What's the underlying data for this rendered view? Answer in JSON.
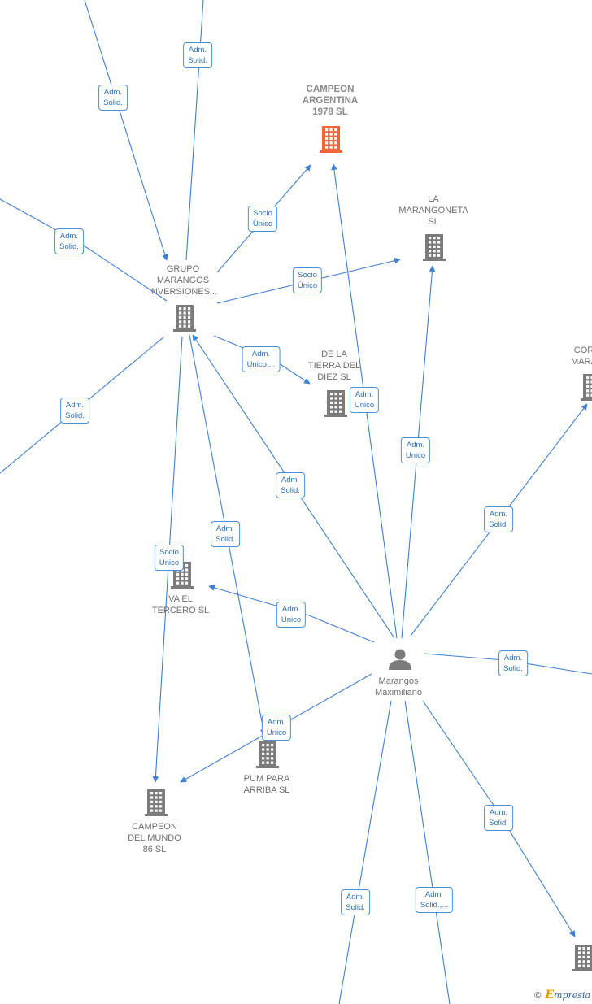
{
  "colors": {
    "edge": "#3f7fd1",
    "company": "#7b7b7b",
    "focus_company": "#f0663a",
    "person": "#7b7b7b"
  },
  "nodes": {
    "campeon_argentina": {
      "label": [
        "CAMPEON",
        "ARGENTINA",
        "1978  SL"
      ],
      "icon": "building-icon"
    },
    "la_marangoneta": {
      "label": [
        "LA",
        "MARANGONETA",
        "SL"
      ],
      "icon": "building-icon"
    },
    "grupo_marangos": {
      "label": [
        "GRUPO",
        "MARANGOS",
        "INVERSIONES..."
      ],
      "icon": "building-icon"
    },
    "de_la_tierra": {
      "label": [
        "DE LA",
        "TIERRA DEL",
        "DIEZ  SL"
      ],
      "icon": "building-icon"
    },
    "cor_mara": {
      "label": [
        "COR",
        "MARA"
      ],
      "icon": "building-icon"
    },
    "va_el_tercero": {
      "label": [
        "VA EL",
        "TERCERO  SL"
      ],
      "icon": "building-icon"
    },
    "marangos_maximiliano": {
      "label": [
        "Marangos",
        "Maximiliano"
      ],
      "icon": "person-icon"
    },
    "pum_para_arriba": {
      "label": [
        "PUM PARA",
        "ARRIBA  SL"
      ],
      "icon": "building-icon"
    },
    "campeon_del_mundo": {
      "label": [
        "CAMPEON",
        "DEL MUNDO",
        "86  SL"
      ],
      "icon": "building-icon"
    },
    "bottom_right": {
      "label": [],
      "icon": "building-icon"
    }
  },
  "edges": [
    {
      "label": [
        "Adm.",
        "Solid."
      ]
    },
    {
      "label": [
        "Adm.",
        "Solid."
      ]
    },
    {
      "label": [
        "Adm.",
        "Solid."
      ]
    },
    {
      "label": [
        "Socio",
        "Único"
      ]
    },
    {
      "label": [
        "Socio",
        "Único"
      ]
    },
    {
      "label": [
        "Adm.",
        "Unico,..."
      ]
    },
    {
      "label": [
        "Adm.",
        "Solid."
      ]
    },
    {
      "label": [
        "Adm.",
        "Unico"
      ]
    },
    {
      "label": [
        "Adm.",
        "Unico"
      ]
    },
    {
      "label": [
        "Adm.",
        "Solid."
      ]
    },
    {
      "label": [
        "Adm.",
        "Solid."
      ]
    },
    {
      "label": [
        "Adm.",
        "Solid."
      ]
    },
    {
      "label": [
        "Socio",
        "Único"
      ]
    },
    {
      "label": [
        "Adm.",
        "Unico"
      ]
    },
    {
      "label": [
        "Adm.",
        "Solid."
      ]
    },
    {
      "label": [
        "Adm.",
        "Unico"
      ]
    },
    {
      "label": [
        "Adm.",
        "Solid."
      ]
    },
    {
      "label": [
        "Adm.",
        "Solid."
      ]
    },
    {
      "label": [
        "Adm.",
        "Solid.,..."
      ]
    }
  ],
  "watermark": {
    "symbol": "©",
    "brand_initial": "E",
    "brand_rest": "mpresia"
  }
}
